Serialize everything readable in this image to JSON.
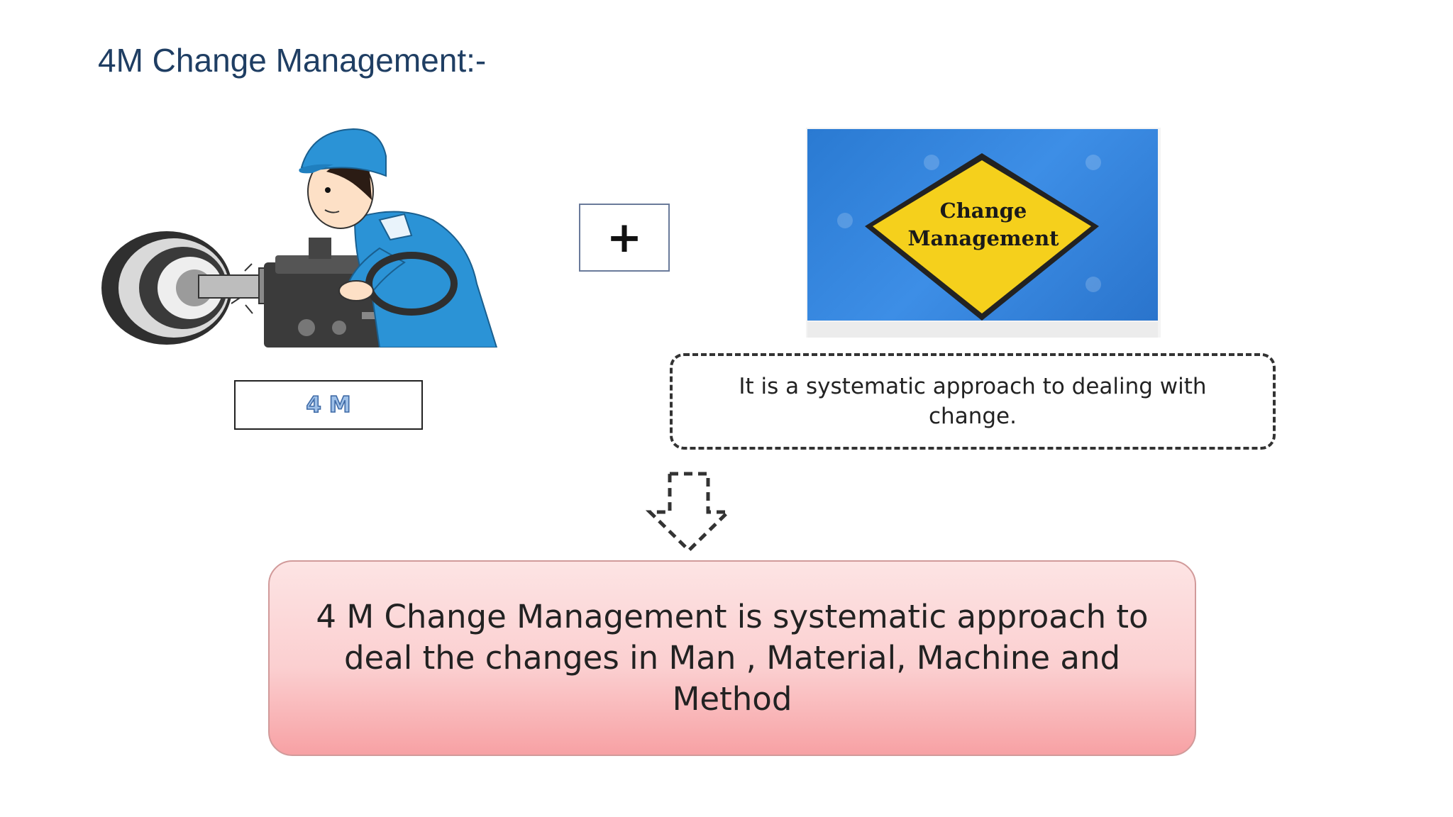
{
  "slide": {
    "title": "4M Change Management:-"
  },
  "left_panel": {
    "illustration": "worker-at-lathe-machine",
    "label": "4 M"
  },
  "plus_symbol": "+",
  "sign_image": {
    "illustration": "change-management-road-sign",
    "sign_line1": "Change",
    "sign_line2": "Management"
  },
  "callout": {
    "text": "It is a systematic approach to dealing with change."
  },
  "summary": {
    "text": "4 M Change Management is systematic approach to deal the changes in Man , Material, Machine and Method"
  },
  "colors": {
    "title": "#1f3e63",
    "summary_bg_top": "#fde4e4",
    "summary_bg_bottom": "#f7a1a4",
    "sign_yellow": "#f5d01c",
    "image_blue": "#2f80d8",
    "worker_blue": "#2b93d6"
  }
}
